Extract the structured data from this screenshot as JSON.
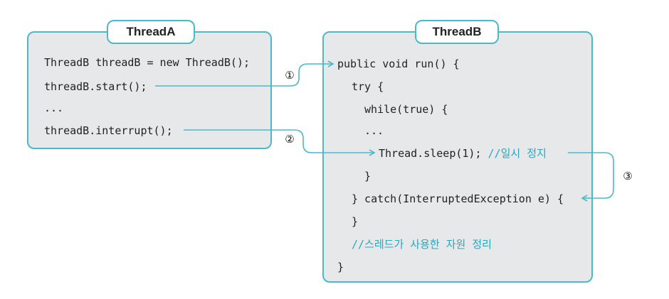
{
  "thread_a": {
    "title": "ThreadA",
    "lines": [
      "ThreadB threadB = new ThreadB();",
      "threadB.start();",
      "...",
      "threadB.interrupt();"
    ]
  },
  "thread_b": {
    "title": "ThreadB",
    "line_1": "public void run() {",
    "line_2": "try {",
    "line_3": "while(true) {",
    "line_4": "...",
    "line_5_code": "Thread.sleep(1); ",
    "line_5_comment": "//일시 정지",
    "line_6": "}",
    "line_7": "} catch(InterruptedException e) {",
    "line_8": "}",
    "line_9_comment": "//스레드가 사용한 자원 정리",
    "line_10": "}"
  },
  "markers": {
    "one": "①",
    "two": "②",
    "three": "③"
  },
  "colors": {
    "accent": "#4ab9c9",
    "comment": "#2aa7bd",
    "panel_bg": "#e7e8ea"
  }
}
